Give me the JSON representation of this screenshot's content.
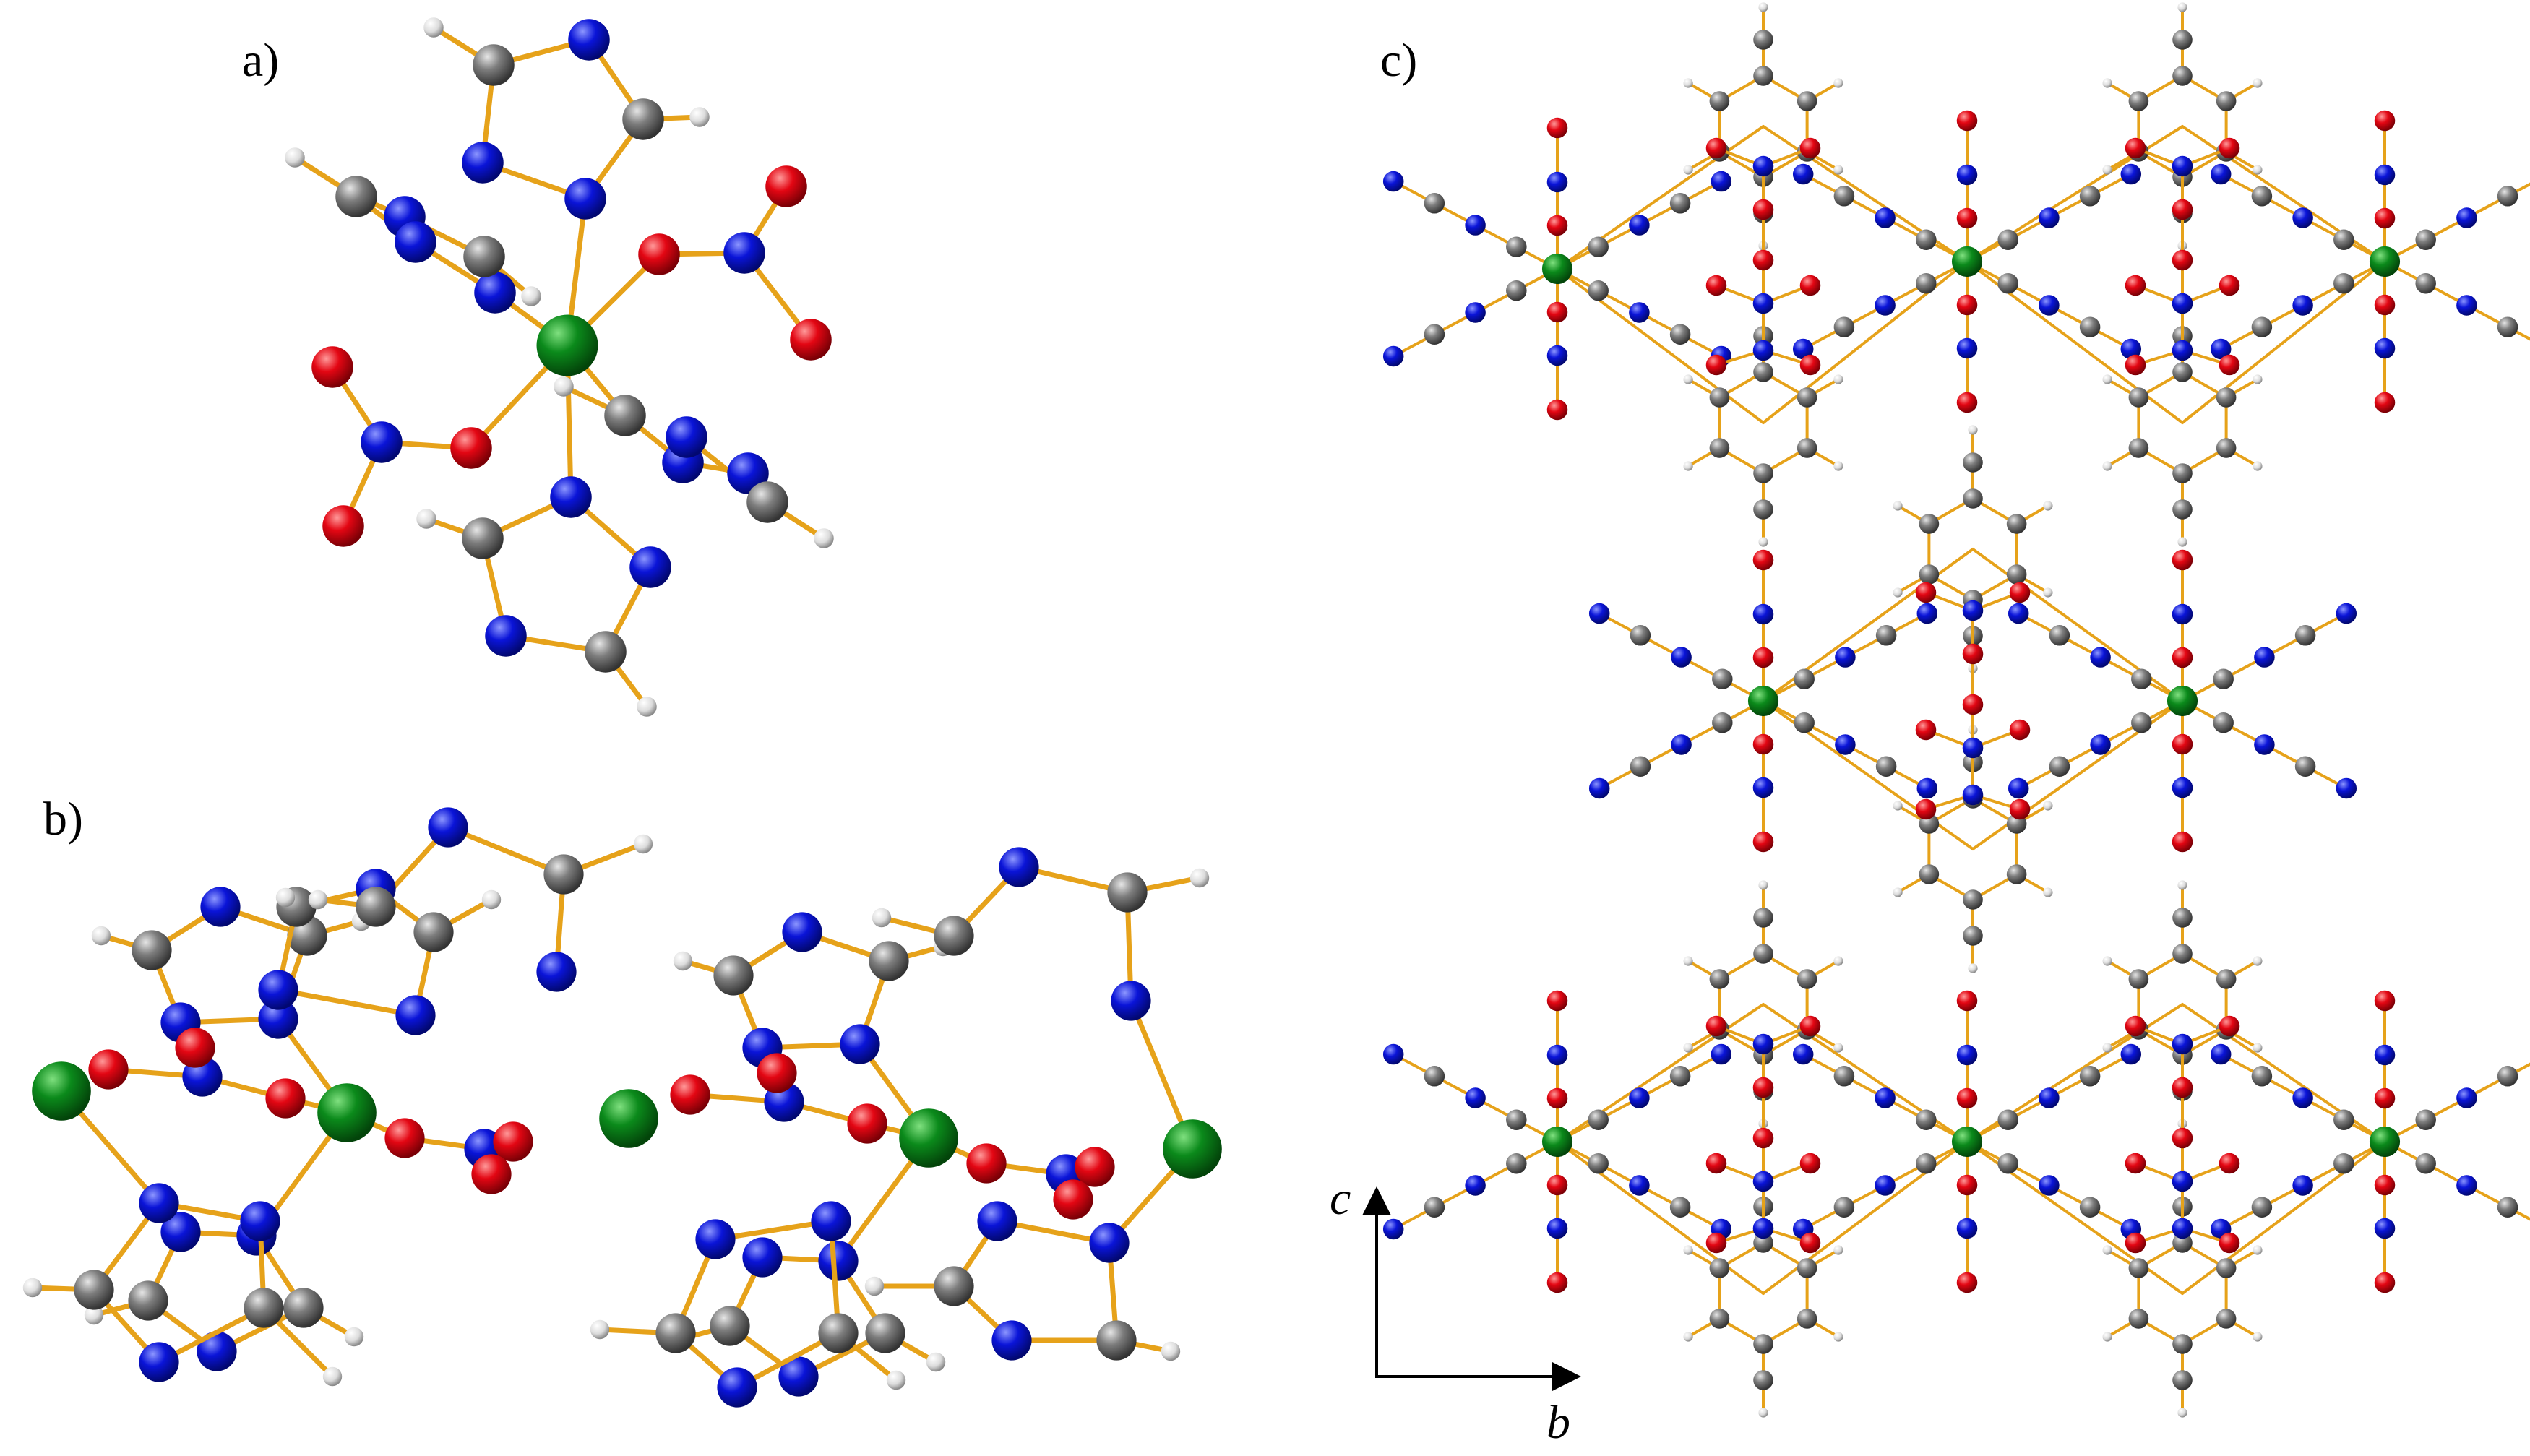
{
  "panels": {
    "a": {
      "label": "a)"
    },
    "b": {
      "label": "b)"
    },
    "c": {
      "label": "c)"
    }
  },
  "axes": {
    "vertical": "c",
    "horizontal": "b"
  },
  "colors": {
    "background": "#ffffff",
    "bond": "#e6a21a",
    "atom_metal": "#0b8a1b",
    "atom_nitrogen": "#0a14d8",
    "atom_oxygen": "#e30613",
    "atom_carbon": "#7d7d7d",
    "atom_hydrogen": "#e8e8e8"
  }
}
